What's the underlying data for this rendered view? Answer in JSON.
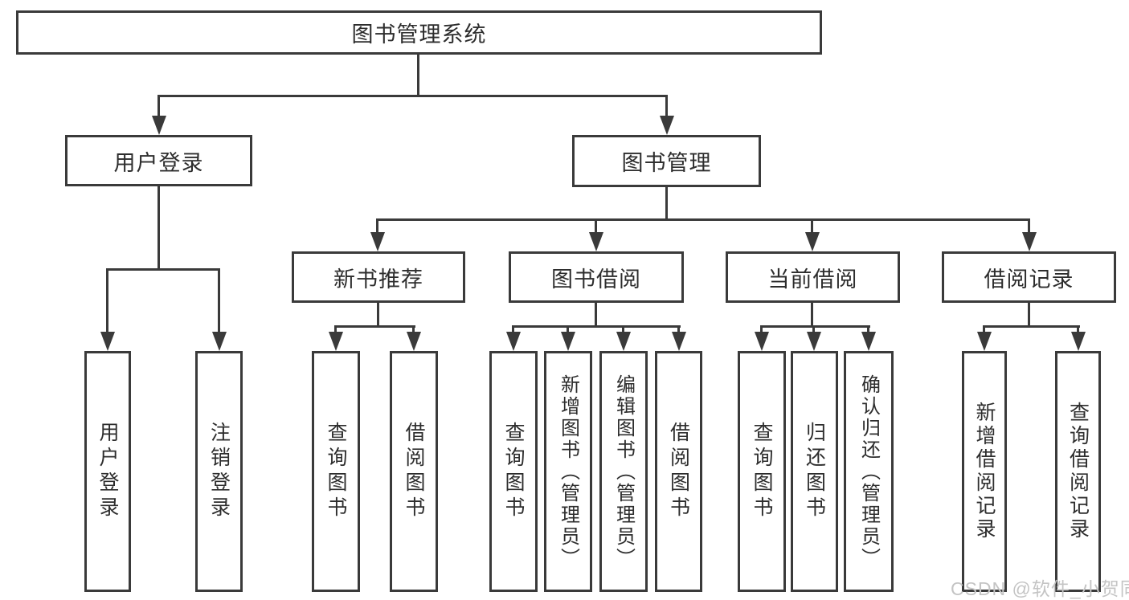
{
  "diagram": {
    "title_node": {
      "label": "图书管理系统"
    },
    "level2": [
      {
        "label": "用户登录"
      },
      {
        "label": "图书管理"
      }
    ],
    "level3": [
      {
        "label": "新书推荐"
      },
      {
        "label": "图书借阅"
      },
      {
        "label": "当前借阅"
      },
      {
        "label": "借阅记录"
      }
    ],
    "leaves": {
      "user_login": [
        {
          "label": "用户登录"
        },
        {
          "label": "注销登录"
        }
      ],
      "new_book_recommend": [
        {
          "label": "查询图书"
        },
        {
          "label": "借阅图书"
        }
      ],
      "book_borrowing": [
        {
          "label": "查询图书"
        },
        {
          "label": "新增图书（管理员）"
        },
        {
          "label": "编辑图书（管理员）"
        },
        {
          "label": "借阅图书"
        }
      ],
      "current_borrowing": [
        {
          "label": "查询图书"
        },
        {
          "label": "归还图书"
        },
        {
          "label": "确认归还（管理员）"
        }
      ],
      "borrowing_records": [
        {
          "label": "新增借阅记录"
        },
        {
          "label": "查询借阅记录"
        }
      ]
    },
    "watermark": "CSDN @软件_小贺同学",
    "colors": {
      "line": "#3a3a3a",
      "text": "#2d2d2d",
      "background": "#ffffff",
      "watermark": "#c4c4c4"
    }
  }
}
